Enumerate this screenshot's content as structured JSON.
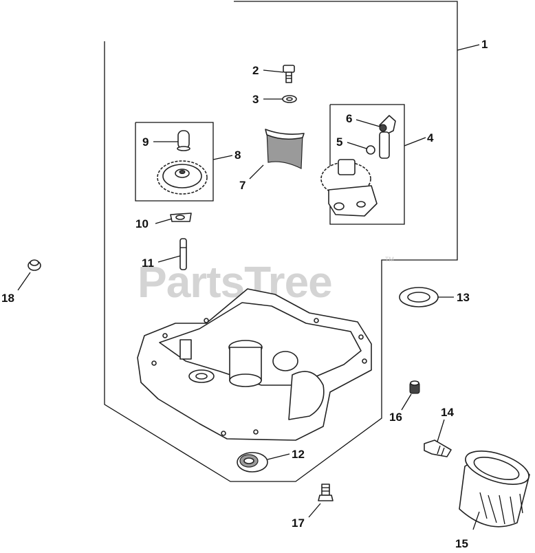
{
  "watermark": {
    "text": "PartsTree",
    "trademark": "TM"
  },
  "callouts": {
    "c1": "1",
    "c2": "2",
    "c3": "3",
    "c4": "4",
    "c5": "5",
    "c6": "6",
    "c7": "7",
    "c8": "8",
    "c9": "9",
    "c10": "10",
    "c11": "11",
    "c12": "12",
    "c13": "13",
    "c14": "14",
    "c15": "15",
    "c16": "16",
    "c17": "17",
    "c18": "18"
  }
}
